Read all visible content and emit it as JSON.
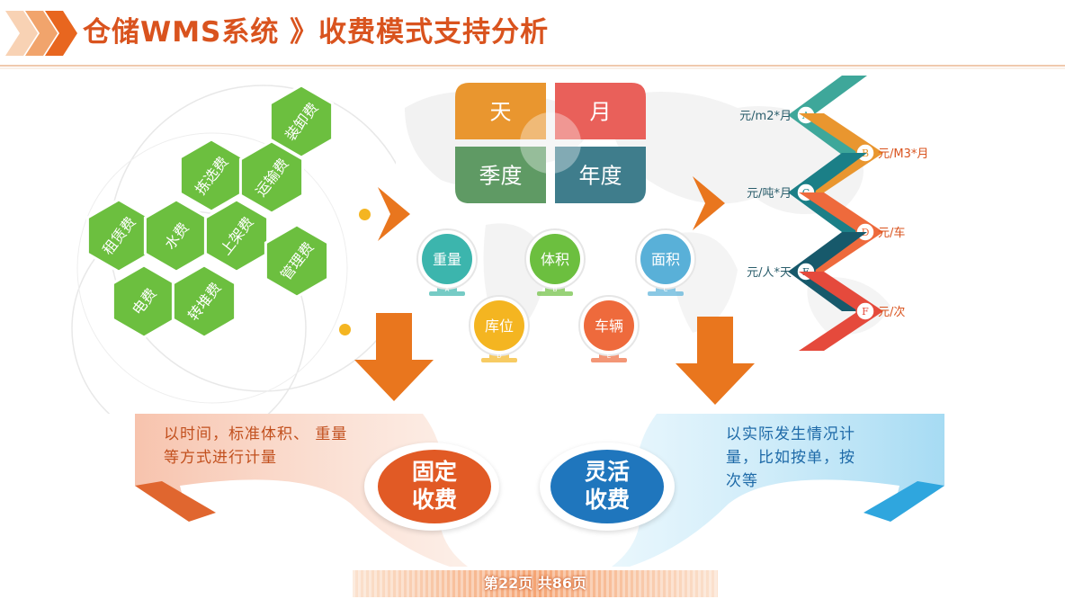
{
  "header": {
    "title": "仓储WMS系统 》收费模式支持分析",
    "accent_color": "#e8661f"
  },
  "fee_types": [
    "装卸费",
    "拣选费",
    "运输费",
    "租赁费",
    "水费",
    "上架费",
    "管理费",
    "电费",
    "转堆费"
  ],
  "time_periods": [
    "天",
    "月",
    "季度",
    "年度"
  ],
  "measures": {
    "row1": [
      "重量",
      "体积",
      "面积"
    ],
    "row2": [
      "库位",
      "车辆"
    ],
    "badges": [
      "A",
      "B",
      "C",
      "D",
      "E"
    ]
  },
  "units": [
    {
      "letter": "A",
      "label": "元/m2*月"
    },
    {
      "letter": "B",
      "label": "元/M3*月"
    },
    {
      "letter": "C",
      "label": "元/吨*月"
    },
    {
      "letter": "D",
      "label": "元/车"
    },
    {
      "letter": "E",
      "label": "元/人*天"
    },
    {
      "letter": "F",
      "label": "元/次"
    }
  ],
  "fixed": {
    "line1": "固定",
    "line2": "收费",
    "desc_line1": "以时间，标准体积、 重量",
    "desc_line2": "等方式进行计量"
  },
  "flexible": {
    "line1": "灵活",
    "line2": "收费",
    "desc_line1": "以实际发生情况计",
    "desc_line2": "量，比如按单，按",
    "desc_line3": "次等"
  },
  "pager": "第22页  共86页",
  "colors": {
    "hex_green": "#6cbf3f",
    "tile_orange": "#e9962f",
    "tile_red": "#e9605a",
    "tile_green": "#5f9a64",
    "tile_teal": "#3f7d8c",
    "arrow_orange": "#e9761e",
    "fixed_circle": "#e15a25",
    "flexible_circle": "#1f76bd"
  }
}
